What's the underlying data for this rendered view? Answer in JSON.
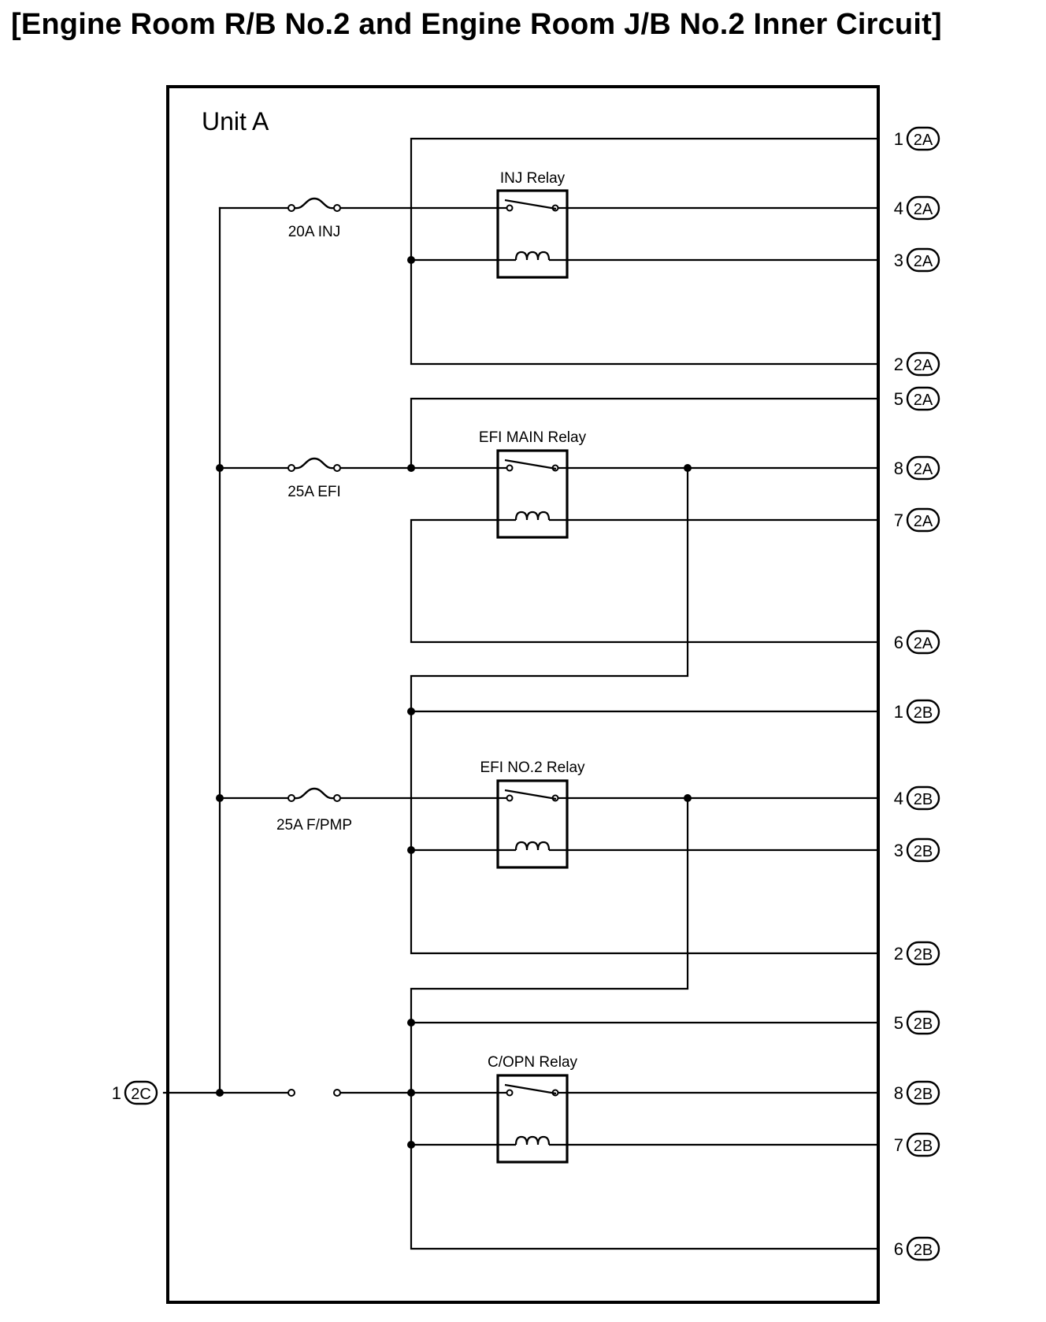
{
  "title": "[Engine Room R/B No.2 and Engine Room J/B No.2 Inner Circuit]",
  "unit_label": "Unit A",
  "fuses": [
    {
      "id": "inj",
      "label": "20A INJ"
    },
    {
      "id": "efi",
      "label": "25A EFI"
    },
    {
      "id": "fpmp",
      "label": "25A F/PMP"
    }
  ],
  "relays": [
    {
      "id": "inj",
      "label": "INJ Relay"
    },
    {
      "id": "efi_main",
      "label": "EFI MAIN Relay"
    },
    {
      "id": "efi_no2",
      "label": "EFI NO.2 Relay"
    },
    {
      "id": "copn",
      "label": "C/OPN Relay"
    }
  ],
  "terminals": [
    {
      "pin": "1",
      "connector": "2A"
    },
    {
      "pin": "4",
      "connector": "2A"
    },
    {
      "pin": "3",
      "connector": "2A"
    },
    {
      "pin": "2",
      "connector": "2A"
    },
    {
      "pin": "5",
      "connector": "2A"
    },
    {
      "pin": "8",
      "connector": "2A"
    },
    {
      "pin": "7",
      "connector": "2A"
    },
    {
      "pin": "6",
      "connector": "2A"
    },
    {
      "pin": "1",
      "connector": "2B"
    },
    {
      "pin": "4",
      "connector": "2B"
    },
    {
      "pin": "3",
      "connector": "2B"
    },
    {
      "pin": "2",
      "connector": "2B"
    },
    {
      "pin": "5",
      "connector": "2B"
    },
    {
      "pin": "8",
      "connector": "2B"
    },
    {
      "pin": "7",
      "connector": "2B"
    },
    {
      "pin": "6",
      "connector": "2B"
    }
  ],
  "input_terminal": {
    "pin": "1",
    "connector": "2C"
  }
}
